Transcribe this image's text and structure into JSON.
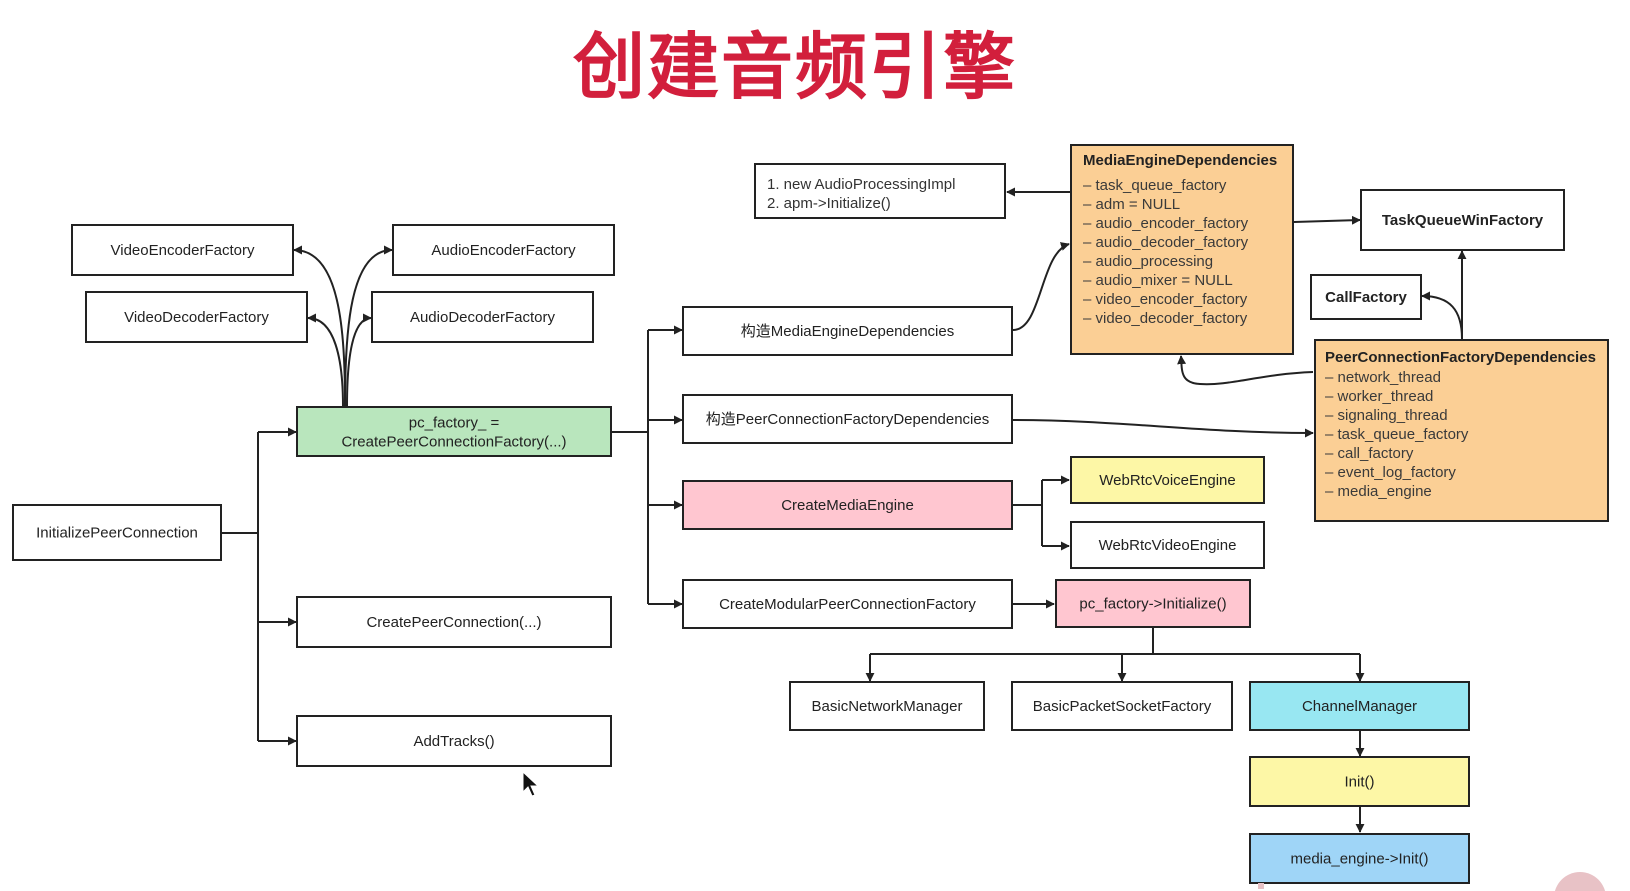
{
  "title": "创建音频引擎",
  "colors": {
    "title": "#d21f3c",
    "green": "#b9e6bd",
    "pink": "#ffc6d0",
    "orange": "#fbcf95",
    "yellow": "#fdf7a6",
    "cyan": "#98e7f2",
    "blue": "#9fd5f7",
    "white": "#ffffff"
  },
  "nodes": [
    {
      "id": "initialize-peer-connection",
      "label": "InitializePeerConnection",
      "color": "white"
    },
    {
      "id": "pc-factory",
      "label": "pc_factory_ =",
      "label2": "CreatePeerConnectionFactory(...)",
      "color": "green"
    },
    {
      "id": "create-peer-connection",
      "label": "CreatePeerConnection(...)",
      "color": "white"
    },
    {
      "id": "add-tracks",
      "label": "AddTracks()",
      "color": "white"
    },
    {
      "id": "video-encoder-factory",
      "label": "VideoEncoderFactory",
      "color": "white"
    },
    {
      "id": "video-decoder-factory",
      "label": "VideoDecoderFactory",
      "color": "white"
    },
    {
      "id": "audio-encoder-factory",
      "label": "AudioEncoderFactory",
      "color": "white"
    },
    {
      "id": "audio-decoder-factory",
      "label": "AudioDecoderFactory",
      "color": "white"
    },
    {
      "id": "construct-media-engine-deps",
      "label": "构造MediaEngineDependencies",
      "color": "white"
    },
    {
      "id": "construct-pcf-deps",
      "label": "构造PeerConnectionFactoryDependencies",
      "color": "white"
    },
    {
      "id": "create-media-engine",
      "label": "CreateMediaEngine",
      "color": "pink"
    },
    {
      "id": "create-modular-pcf",
      "label": "CreateModularPeerConnectionFactory",
      "color": "white"
    },
    {
      "id": "webrtc-voice-engine",
      "label": "WebRtcVoiceEngine",
      "color": "yellow"
    },
    {
      "id": "webrtc-video-engine",
      "label": "WebRtcVideoEngine",
      "color": "white"
    },
    {
      "id": "pc-factory-initialize",
      "label": "pc_factory->Initialize()",
      "color": "pink"
    },
    {
      "id": "basic-network-manager",
      "label": "BasicNetworkManager",
      "color": "white"
    },
    {
      "id": "basic-packet-socket-factory",
      "label": "BasicPacketSocketFactory",
      "color": "white"
    },
    {
      "id": "channel-manager",
      "label": "ChannelManager",
      "color": "cyan"
    },
    {
      "id": "init",
      "label": "Init()",
      "color": "yellow"
    },
    {
      "id": "media-engine-init",
      "label": "media_engine->Init()",
      "color": "blue"
    },
    {
      "id": "task-queue-win-factory",
      "label": "TaskQueueWinFactory",
      "color": "white",
      "bold": true
    },
    {
      "id": "call-factory",
      "label": "CallFactory",
      "color": "white",
      "bold": true
    }
  ],
  "apm_note": {
    "lines": [
      "1. new AudioProcessingImpl",
      "2. apm->Initialize()"
    ]
  },
  "media_engine_dependencies": {
    "title": "MediaEngineDependencies",
    "items": [
      "– task_queue_factory",
      "– adm = NULL",
      "– audio_encoder_factory",
      "– audio_decoder_factory",
      "– audio_processing",
      "– audio_mixer = NULL",
      "– video_encoder_factory",
      "– video_decoder_factory"
    ]
  },
  "pcf_dependencies": {
    "title": "PeerConnectionFactoryDependencies",
    "items": [
      "– network_thread",
      "– worker_thread",
      "– signaling_thread",
      "– task_queue_factory",
      "– call_factory",
      "– event_log_factory",
      "– media_engine"
    ]
  }
}
